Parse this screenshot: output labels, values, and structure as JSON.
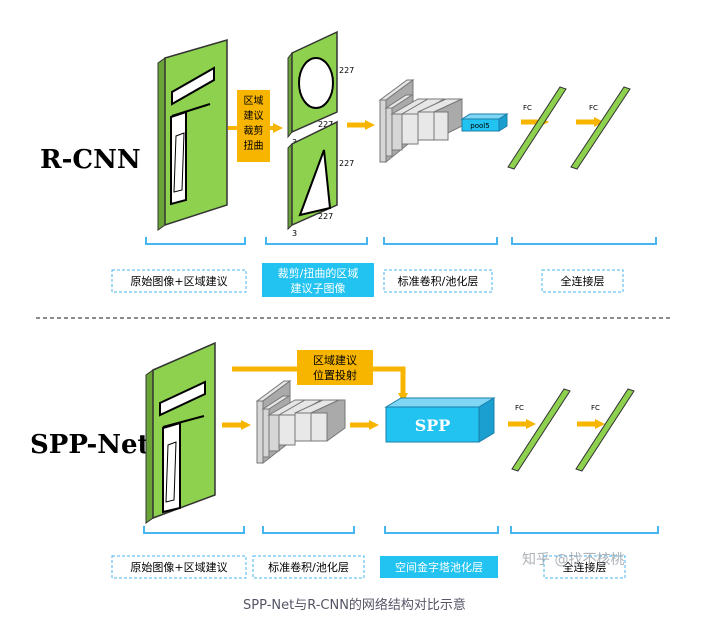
{
  "rcnn": {
    "title": "R-CNN",
    "crop_box": [
      "区域",
      "建议",
      "裁剪",
      "扭曲"
    ],
    "dim_227": "227",
    "dim_3": "3",
    "pool5": "pool5",
    "fc": "FC",
    "labels": {
      "original": "原始图像+区域建议",
      "cropped": [
        "裁剪/扭曲的区域",
        "建议子图像"
      ],
      "conv": "标准卷积/池化层",
      "fc": "全连接层"
    }
  },
  "spp": {
    "title": "SPP-Net",
    "projection": [
      "区域建议",
      "位置投射"
    ],
    "spp_box": "SPP",
    "fc": "FC",
    "labels": {
      "original": "原始图像+区域建议",
      "conv": "标准卷积/池化层",
      "spp": "空间金字塔池化层",
      "fc": "全连接层"
    }
  },
  "watermark": "知乎 @找不核桃",
  "caption": "SPP-Net与R-CNN的网络结构对比示意",
  "colors": {
    "green": "#8ed14f",
    "arrow": "#f7b500",
    "blue_bracket": "#47b6f0",
    "cyan_box": "#22c3f0",
    "grey": "#c9c9c9"
  }
}
